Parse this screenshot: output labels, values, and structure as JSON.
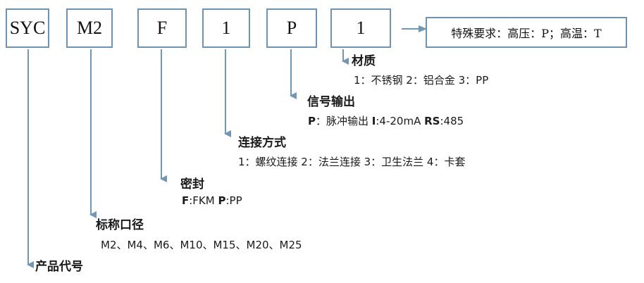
{
  "codes": {
    "product": "SYC",
    "size": "M2",
    "seal": "F",
    "connection": "1",
    "output": "P",
    "material": "1"
  },
  "special_requirements": "特殊要求：高压：P；高温：T",
  "material": {
    "title": "材质",
    "options": "1：不锈钢 2：铝合金 3：PP"
  },
  "signal_output": {
    "title": "信号输出",
    "p_key": "P",
    "p_val": "：脉冲输出 ",
    "i_key": "I",
    "i_val": ":4-20mA ",
    "rs_key": "RS",
    "rs_val": ":485"
  },
  "connection_method": {
    "title": "连接方式",
    "options": "1：螺纹连接 2：法兰连接 3：卫生法兰 4：卡套"
  },
  "seal": {
    "title": "密封",
    "f_key": "F",
    "f_val": ":FKM  ",
    "p_key": "P",
    "p_val": ":PP"
  },
  "nominal_diameter": {
    "title": "标称口径",
    "options": "M2、M4、M6、M10、M15、M20、M25"
  },
  "product_code": {
    "title": "产品代号"
  },
  "colors": {
    "border": "#6f93b5",
    "arrow": "#7096b8"
  }
}
